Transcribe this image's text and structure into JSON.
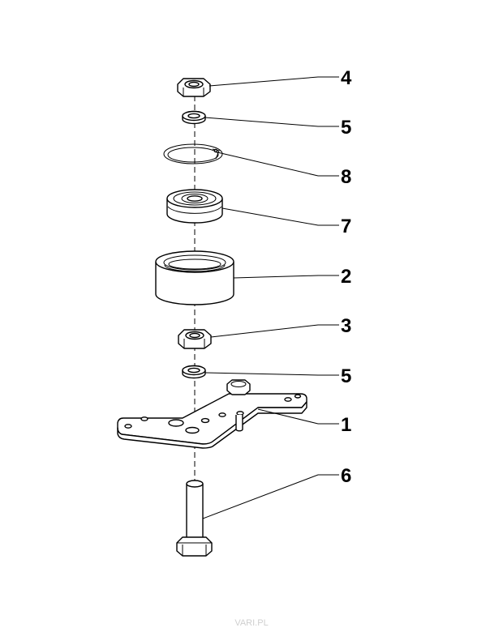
{
  "callouts": [
    {
      "id": "nut-top",
      "number": "4"
    },
    {
      "id": "washer-top",
      "number": "5"
    },
    {
      "id": "circlip",
      "number": "8"
    },
    {
      "id": "bearing",
      "number": "7"
    },
    {
      "id": "roller",
      "number": "2"
    },
    {
      "id": "nut-mid",
      "number": "3"
    },
    {
      "id": "washer-mid",
      "number": "5"
    },
    {
      "id": "bracket",
      "number": "1"
    },
    {
      "id": "bolt",
      "number": "6"
    }
  ],
  "watermark": "VARI.PL"
}
